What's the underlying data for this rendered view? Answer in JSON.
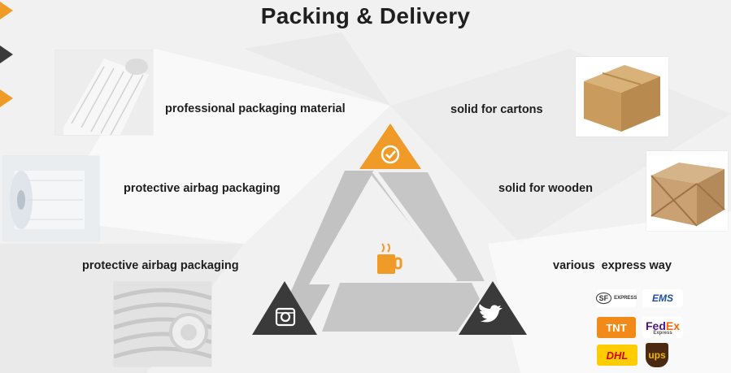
{
  "title": "Packing & Delivery",
  "items": {
    "material_label": "professional packaging material",
    "airbag_label_1": "protective airbag packaging",
    "airbag_label_2": "protective airbag packaging",
    "cartons_label": "solid for cartons",
    "wooden_label": "solid for wooden",
    "express_label": "various  express way"
  },
  "couriers": {
    "sf": "SF",
    "sf_sub": "EXPRESS",
    "ems": "EMS",
    "tnt": "TNT",
    "fedex_a": "Fed",
    "fedex_b": "Ex",
    "fedex_sub": "Express",
    "dhl": "DHL",
    "ups": "ups"
  },
  "icons": [
    "checkmark-icon",
    "coffee-mug-icon",
    "instagram-icon",
    "twitter-icon"
  ],
  "colors": {
    "accent": "#f09a28",
    "dark": "#3a3a3a",
    "triangle_gray": "#c4c4c4"
  }
}
